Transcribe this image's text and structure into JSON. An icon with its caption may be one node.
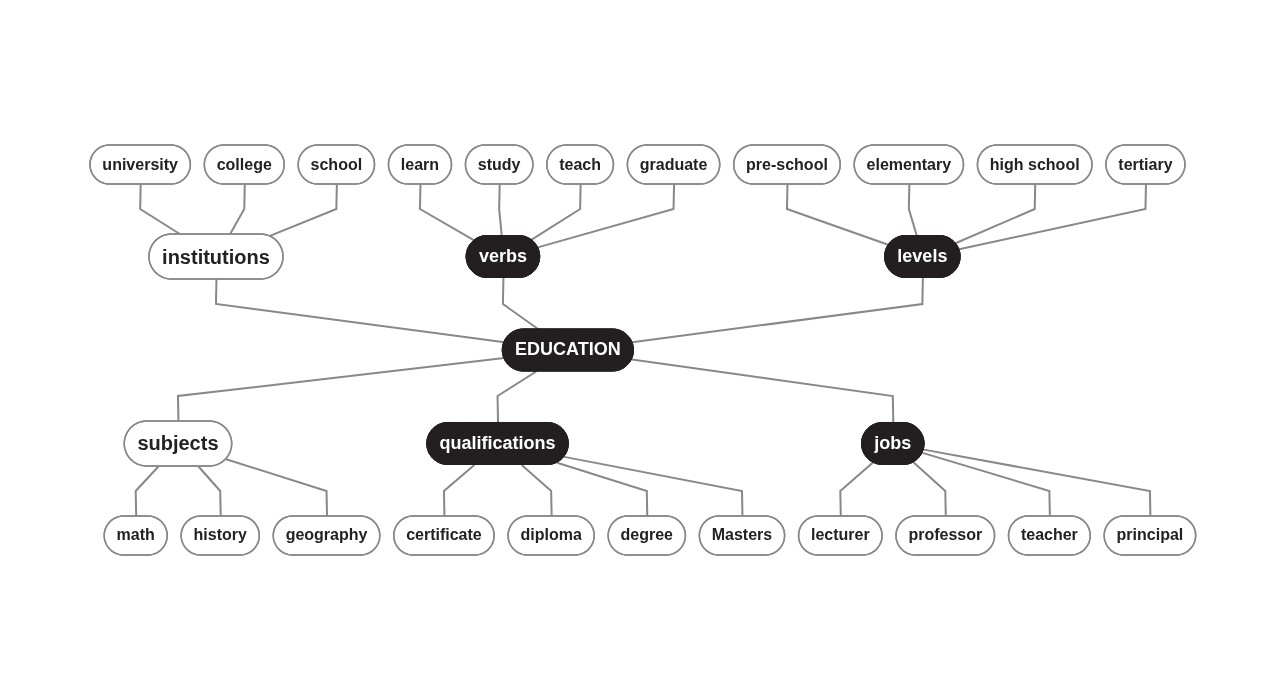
{
  "diagram": {
    "nodes": [
      {
        "text": [
          "EDUCATION"
        ]
      },
      {
        "text": [
          "institutions"
        ]
      },
      {
        "text": [
          "university"
        ]
      },
      {
        "text": [
          "college"
        ]
      },
      {
        "text": [
          "school"
        ]
      },
      {
        "text": [
          "verbs"
        ]
      },
      {
        "text": [
          "learn"
        ]
      },
      {
        "text": [
          "study"
        ]
      },
      {
        "text": [
          "teach"
        ]
      },
      {
        "text": [
          "graduate"
        ]
      },
      {
        "text": [
          "levels"
        ]
      },
      {
        "text": [
          "pre-school"
        ]
      },
      {
        "text": [
          "elementary"
        ]
      },
      {
        "text": [
          "high school"
        ]
      },
      {
        "text": [
          "tertiary"
        ]
      },
      {
        "text": [
          "subjects"
        ]
      },
      {
        "text": [
          "math"
        ]
      },
      {
        "text": [
          "history"
        ]
      },
      {
        "text": [
          "geography"
        ]
      },
      {
        "text": [
          "qualifications"
        ]
      },
      {
        "text": [
          "certificate"
        ]
      },
      {
        "text": [
          "diploma"
        ]
      },
      {
        "text": [
          "degree"
        ]
      },
      {
        "text": [
          "Masters"
        ]
      },
      {
        "text": [
          "jobs"
        ]
      },
      {
        "text": [
          "lecturer"
        ]
      },
      {
        "text": [
          "professor"
        ]
      },
      {
        "text": [
          "teacher"
        ]
      },
      {
        "text": [
          "principal"
        ]
      }
    ],
    "edges": [
      {
        "from": 2,
        "to": 1,
        "arrow": "none"
      },
      {
        "from": 3,
        "to": 1,
        "arrow": "none"
      },
      {
        "from": 4,
        "to": 1,
        "arrow": "none"
      },
      {
        "from": 6,
        "to": 5,
        "arrow": "none"
      },
      {
        "from": 7,
        "to": 5,
        "arrow": "none"
      },
      {
        "from": 8,
        "to": 5,
        "arrow": "none"
      },
      {
        "from": 9,
        "to": 5,
        "arrow": "none"
      },
      {
        "from": 11,
        "to": 10,
        "arrow": "none"
      },
      {
        "from": 12,
        "to": 10,
        "arrow": "none"
      },
      {
        "from": 13,
        "to": 10,
        "arrow": "none"
      },
      {
        "from": 14,
        "to": 10,
        "arrow": "none"
      },
      {
        "from": 1,
        "to": 0,
        "arrow": "none"
      },
      {
        "from": 5,
        "to": 0,
        "arrow": "none"
      },
      {
        "from": 10,
        "to": 0,
        "arrow": "none"
      },
      {
        "from": 0,
        "to": 15,
        "arrow": "none"
      },
      {
        "from": 0,
        "to": 19,
        "arrow": "none"
      },
      {
        "from": 0,
        "to": 24,
        "arrow": "none"
      },
      {
        "from": 15,
        "to": 16,
        "arrow": "none"
      },
      {
        "from": 15,
        "to": 17,
        "arrow": "none"
      },
      {
        "from": 15,
        "to": 18,
        "arrow": "none"
      },
      {
        "from": 19,
        "to": 20,
        "arrow": "none"
      },
      {
        "from": 19,
        "to": 21,
        "arrow": "none"
      },
      {
        "from": 19,
        "to": 22,
        "arrow": "none"
      },
      {
        "from": 19,
        "to": 23,
        "arrow": "none"
      },
      {
        "from": 24,
        "to": 25,
        "arrow": "none"
      },
      {
        "from": 24,
        "to": 26,
        "arrow": "none"
      },
      {
        "from": 24,
        "to": 27,
        "arrow": "none"
      },
      {
        "from": 24,
        "to": 28,
        "arrow": "none"
      }
    ]
  }
}
